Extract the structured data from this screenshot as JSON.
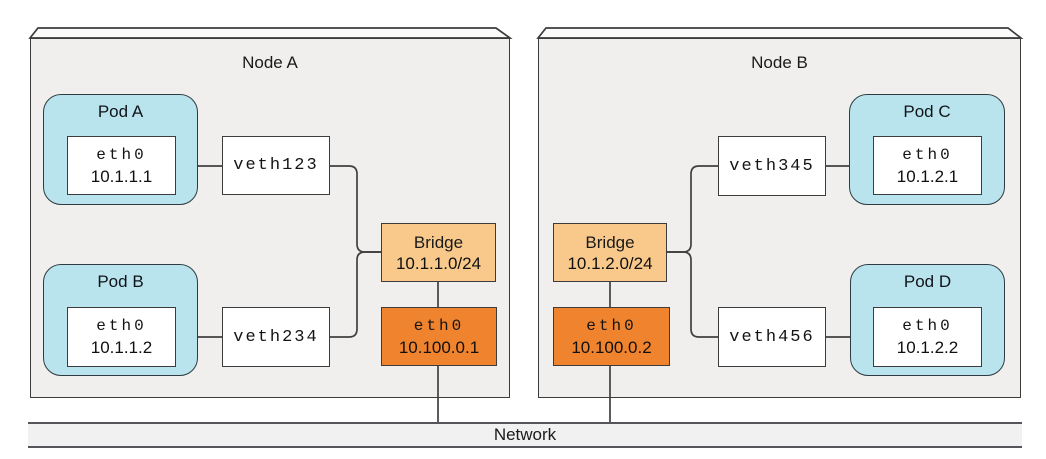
{
  "diagram": {
    "network_label": "Network",
    "nodes": [
      {
        "title": "Node A",
        "pods": [
          {
            "name": "Pod A",
            "iface": "eth0",
            "ip": "10.1.1.1"
          },
          {
            "name": "Pod B",
            "iface": "eth0",
            "ip": "10.1.1.2"
          }
        ],
        "veths": [
          {
            "label": "veth123"
          },
          {
            "label": "veth234"
          }
        ],
        "bridge": {
          "label": "Bridge",
          "cidr": "10.1.1.0/24"
        },
        "host_eth": {
          "iface": "eth0",
          "ip": "10.100.0.1"
        }
      },
      {
        "title": "Node B",
        "pods": [
          {
            "name": "Pod C",
            "iface": "eth0",
            "ip": "10.1.2.1"
          },
          {
            "name": "Pod D",
            "iface": "eth0",
            "ip": "10.1.2.2"
          }
        ],
        "veths": [
          {
            "label": "veth345"
          },
          {
            "label": "veth456"
          }
        ],
        "bridge": {
          "label": "Bridge",
          "cidr": "10.1.2.0/24"
        },
        "host_eth": {
          "iface": "eth0",
          "ip": "10.100.0.2"
        }
      }
    ],
    "colors": {
      "pod_fill": "#b9e4ee",
      "bridge_fill": "#f9c98b",
      "host_eth_fill": "#f0832d",
      "node_fill": "#f0efee",
      "network_fill": "#f1f1f1",
      "line": "#404040"
    }
  }
}
